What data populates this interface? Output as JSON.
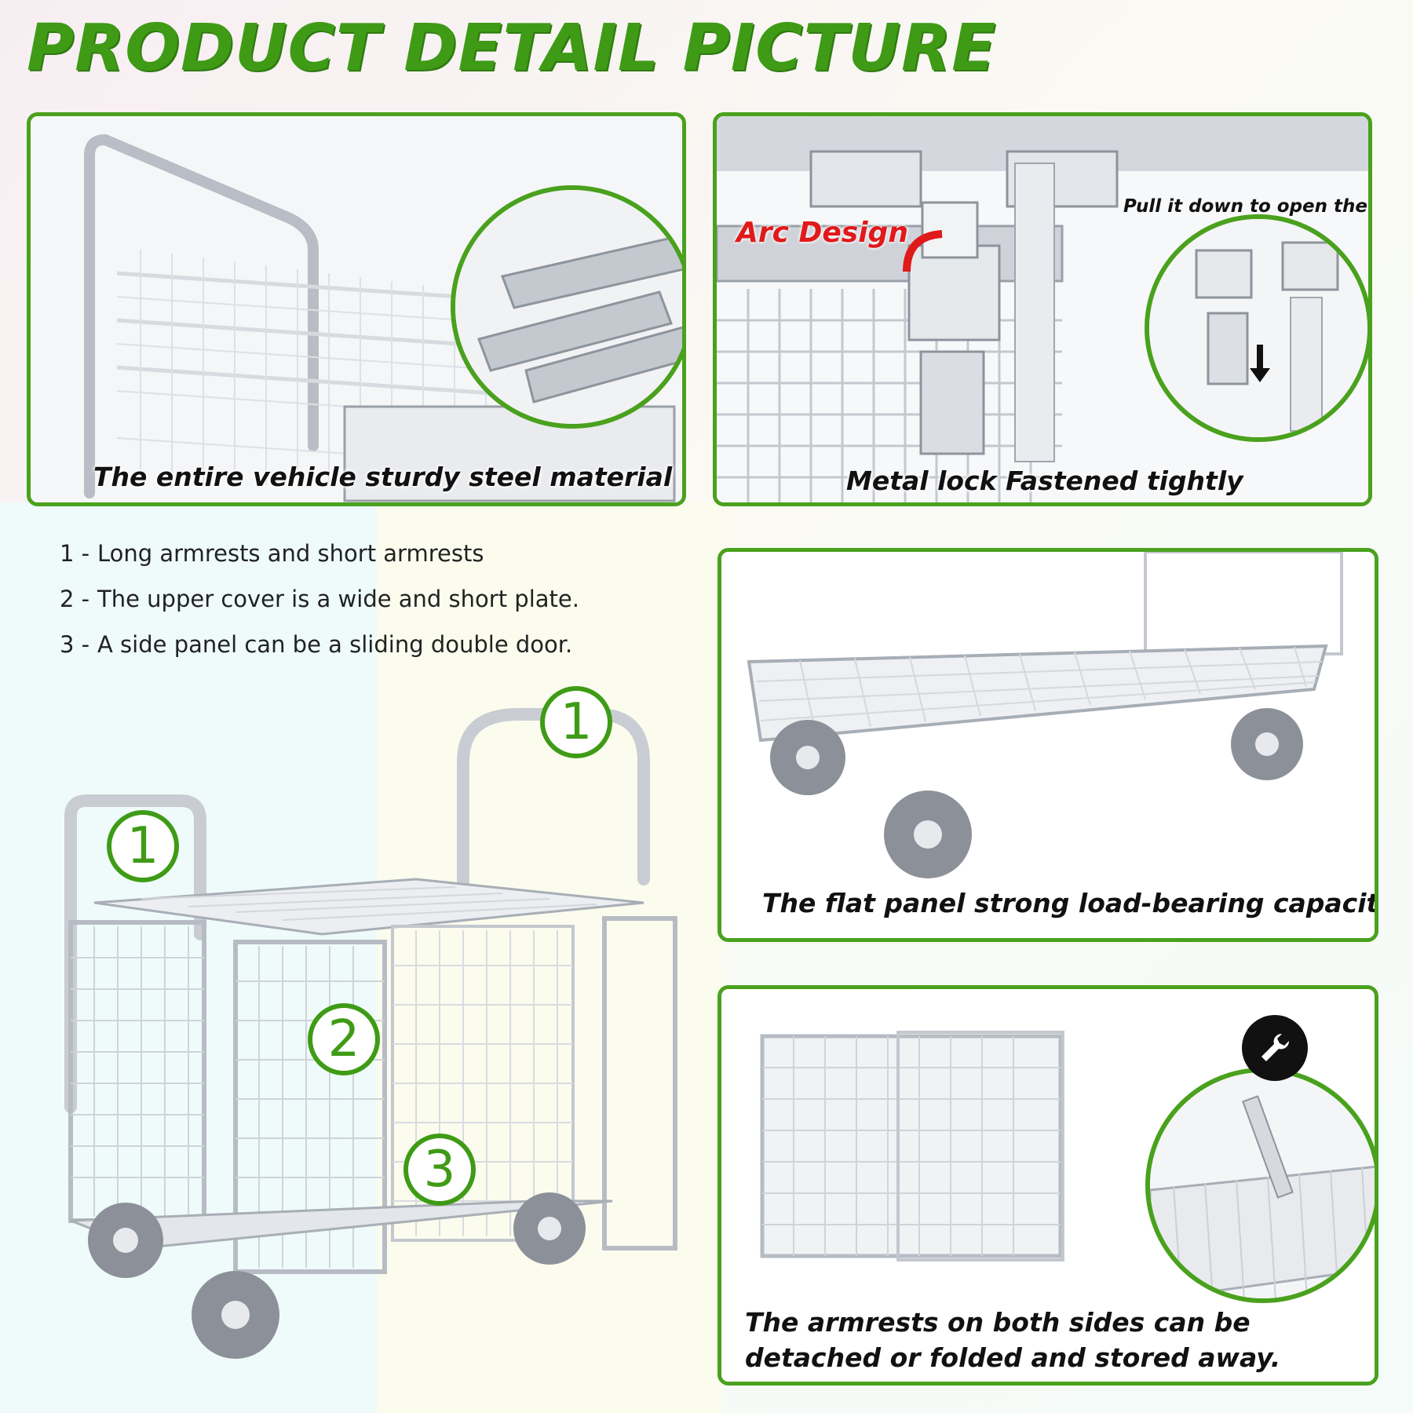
{
  "title": "PRODUCT DETAIL PICTURE",
  "panels": {
    "steel": {
      "caption": "The entire vehicle sturdy steel material"
    },
    "lock": {
      "caption": "Metal lock  Fastened tightly",
      "arc_label": "Arc Design",
      "pull_label": "Pull it down to open the door"
    },
    "flat": {
      "caption": "The flat panel strong load-bearing capacity"
    },
    "armrest": {
      "caption_line1": "The armrests on both sides can be",
      "caption_line2": "detached or folded and stored away."
    }
  },
  "features": [
    {
      "num": "1 -",
      "text": "Long armrests and short armrests"
    },
    {
      "num": "2 -",
      "text": "The upper cover is a wide and short plate."
    },
    {
      "num": "3 -",
      "text": "A side panel can be a sliding double door."
    }
  ],
  "badges": {
    "one": "1",
    "two": "2",
    "three": "3"
  },
  "icons": {
    "wrench": "wrench-icon",
    "down_arrow": "down-arrow-icon",
    "arc_arrow": "arc-arrow-icon"
  },
  "colors": {
    "accent": "#4aa11d",
    "title": "#3f9b16",
    "arc": "#e0191b"
  }
}
